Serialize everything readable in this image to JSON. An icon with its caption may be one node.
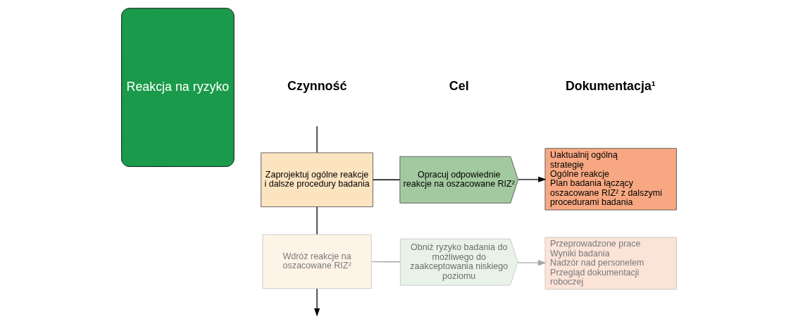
{
  "diagram": {
    "nodes": [
      {
        "text": [
          "Reakcja na ryzyko"
        ]
      },
      {
        "text": [
          "Zaprojektuj ogólne reakcje i dalsze procedury badania"
        ]
      },
      {
        "text": [
          "Opracuj odpowiednie reakcje na oszacowane RIZ²"
        ]
      },
      {
        "text": [
          "Uaktualnij ogólną strategię",
          "Ogólne reakcje",
          "Plan badania łączący oszacowane RIZ² z dalszymi procedurami badania"
        ]
      },
      {
        "text": [
          "Wdróż reakcje na oszacowane RIZ²"
        ]
      },
      {
        "text": [
          "Obniż ryzyko badania do możliwego do zaakceptowania niskiego poziomu"
        ]
      },
      {
        "text": [
          "Przeprowadzone prace",
          "Wyniki badania",
          "Nadzór nad personelem",
          "Przegląd dokumentacji roboczej"
        ]
      }
    ],
    "edges": [
      {
        "from": null,
        "to": 1,
        "arrow": "none"
      },
      {
        "from": 1,
        "to": 2,
        "arrow": "none"
      },
      {
        "from": 2,
        "to": 3,
        "arrow": "to"
      },
      {
        "from": 1,
        "to": 4,
        "arrow": "none"
      },
      {
        "from": 4,
        "to": 5,
        "arrow": "none",
        "color": "#a6a6a6"
      },
      {
        "from": 5,
        "to": 6,
        "arrow": "to",
        "color": "#a6a6a6"
      },
      {
        "from": 4,
        "to": null,
        "arrow": "to"
      }
    ],
    "labels": [
      "Czynność",
      "Cel",
      "Dokumentacja¹"
    ]
  }
}
